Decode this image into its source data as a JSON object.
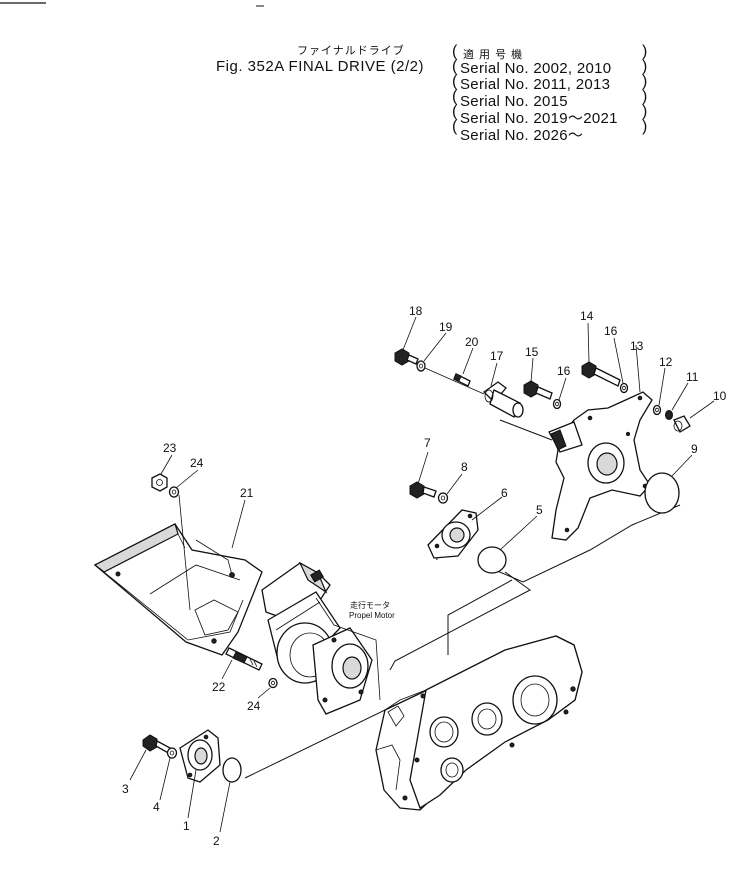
{
  "header": {
    "title_jp": "ファイナルドライブ",
    "figure_title": "Fig. 352A  FINAL DRIVE  (2/2)",
    "applicability_jp": "適 用 号 機",
    "serials": [
      "Serial  No. 2002, 2010",
      "Serial  No. 2011, 2013",
      "Serial  No. 2015",
      "Serial  No. 2019～2021",
      "Serial  No. 2026～"
    ]
  },
  "diagram": {
    "callout_numbers": [
      "1",
      "2",
      "3",
      "4",
      "5",
      "6",
      "7",
      "8",
      "9",
      "10",
      "11",
      "12",
      "13",
      "14",
      "15",
      "16",
      "16",
      "17",
      "18",
      "19",
      "20",
      "21",
      "22",
      "23",
      "24",
      "24"
    ],
    "propel_motor_label_jp": "走行モータ",
    "propel_motor_label": "Propel Motor"
  }
}
